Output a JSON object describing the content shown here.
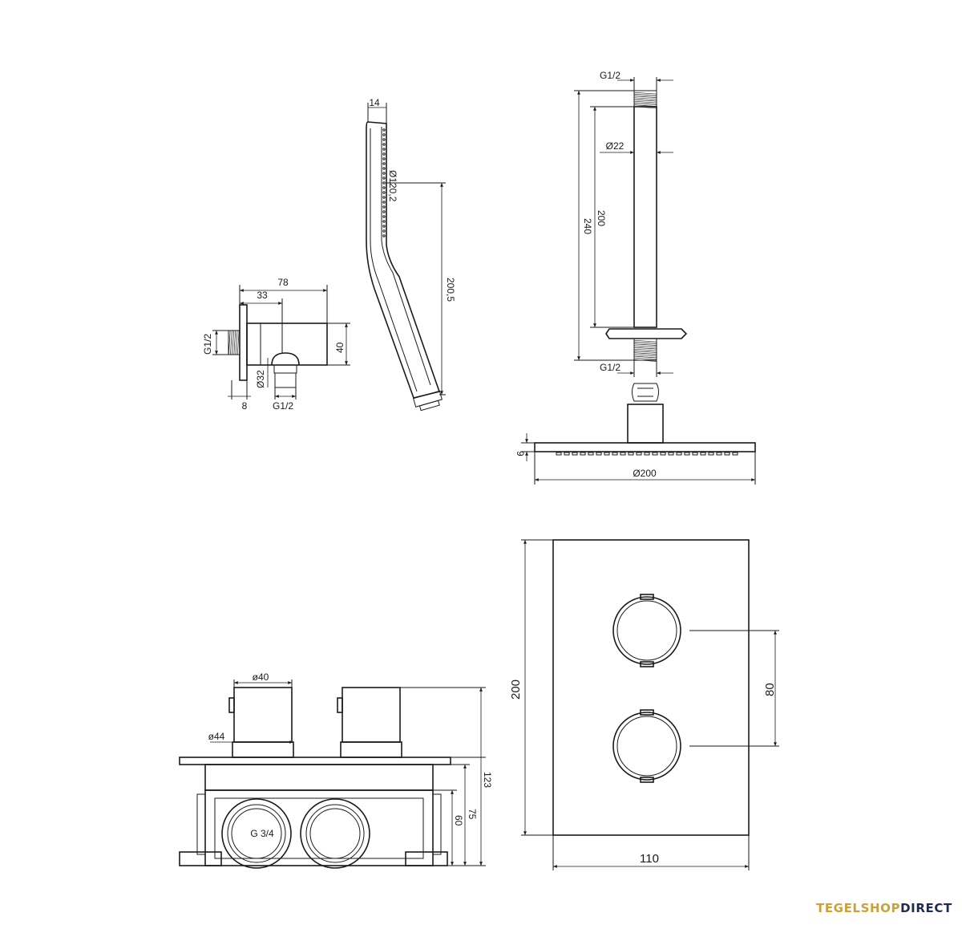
{
  "wall_outlet": {
    "dim_length": "78",
    "dim_offset": "33",
    "dim_height": "40",
    "dim_thread_left": "G1/2",
    "dim_diameter": "Ø32",
    "dim_flange": "8",
    "dim_thread_bottom": "G1/2"
  },
  "hand_shower": {
    "dim_thickness": "14",
    "dim_head_diameter": "Ø120,2",
    "dim_length": "200,5"
  },
  "ceiling_arm": {
    "dim_thread_top": "G1/2",
    "dim_diameter": "Ø22",
    "dim_pipe_length": "200",
    "dim_total_length": "240",
    "dim_thread_bottom": "G1/2"
  },
  "rain_head": {
    "dim_thickness": "9",
    "dim_diameter": "Ø200"
  },
  "valve_body": {
    "dim_knob_diameter": "ø40",
    "dim_rosette_diameter": "ø44",
    "dim_total_depth": "123",
    "dim_box_depth": "75",
    "dim_inner_depth": "60",
    "dim_port_thread": "G 3/4"
  },
  "cover_plate": {
    "dim_height": "200",
    "dim_width": "110",
    "dim_knob_spacing": "80"
  },
  "brand": {
    "part1": "TEGELSHOP",
    "part2": "DIRECT",
    "accent_color": "#c9a23a",
    "dark_color": "#1f2b4a"
  }
}
